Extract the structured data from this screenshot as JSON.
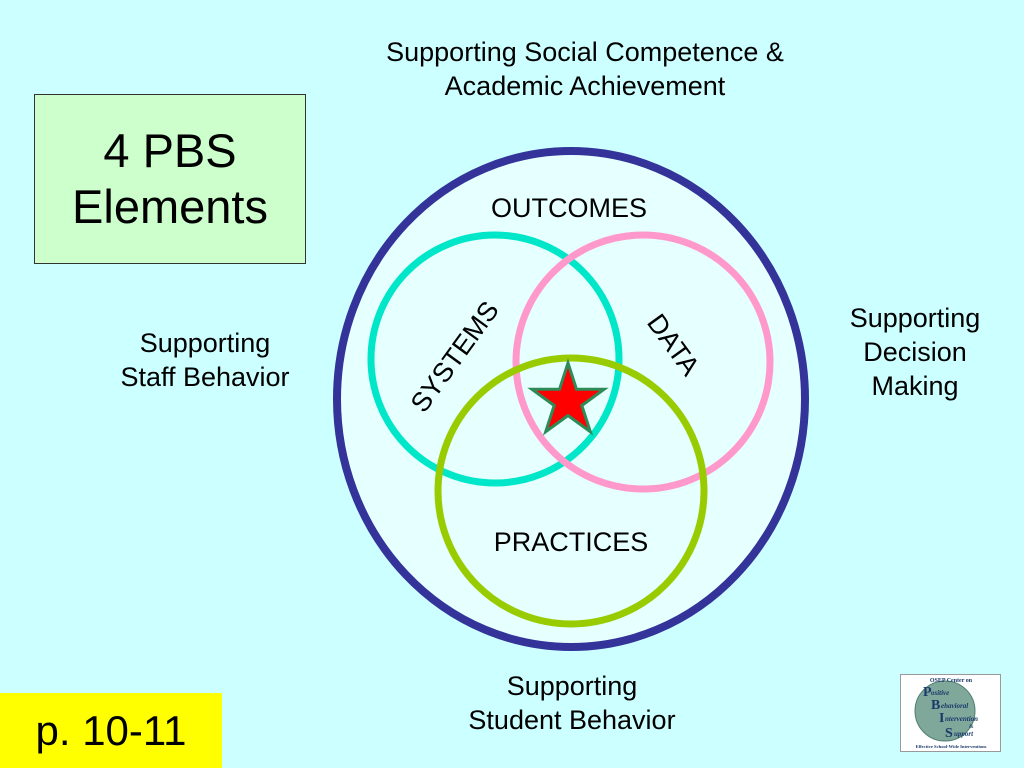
{
  "title": {
    "line1": "4 PBS",
    "line2": "Elements"
  },
  "captions": {
    "top_line1": "Supporting Social Competence &",
    "top_line2": "Academic Achievement",
    "left_line1": "Supporting",
    "left_line2": "Staff Behavior",
    "right_line1": "Supporting",
    "right_line2": "Decision",
    "right_line3": "Making",
    "bottom_line1": "Supporting",
    "bottom_line2": "Student Behavior"
  },
  "diagram": {
    "outer_label": "OUTCOMES",
    "systems_label": "SYSTEMS",
    "data_label": "DATA",
    "practices_label": "PRACTICES"
  },
  "page_ref": "p. 10-11",
  "logo": {
    "line1": "OSEP Center on",
    "letters": [
      "P",
      "B",
      "I",
      "S"
    ],
    "words": [
      "ositive",
      "ehavioral",
      "ntervention",
      "upport"
    ],
    "ampersand": "&",
    "tagline": "Effective School-Wide Interventions"
  },
  "colors": {
    "background": "#ccffff",
    "title_box": "#ccffcc",
    "outer_circle": "#333399",
    "systems_circle": "#00e6c8",
    "data_circle": "#ff99cc",
    "practices_circle": "#99cc00",
    "star_fill": "#ff0000",
    "star_stroke": "#2e8b57",
    "page_box": "#ffff00"
  }
}
